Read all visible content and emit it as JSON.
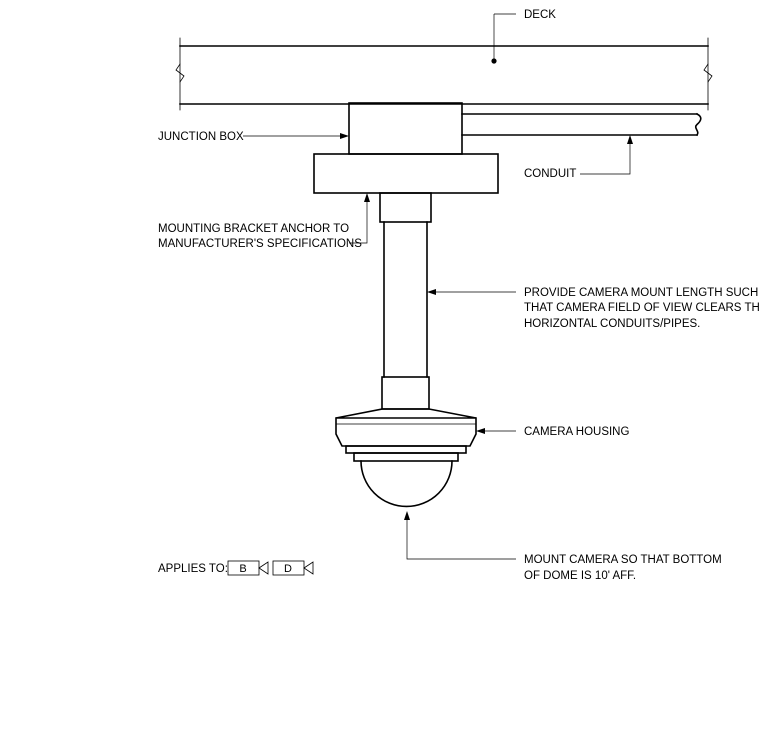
{
  "labels": {
    "deck": "DECK",
    "junction_box": "JUNCTION BOX",
    "conduit": "CONDUIT",
    "mounting_bracket": [
      "MOUNTING BRACKET ANCHOR TO",
      "MANUFACTURER'S SPECIFICATIONS"
    ],
    "mount_length": [
      "PROVIDE CAMERA MOUNT LENGTH SUCH",
      "THAT CAMERA FIELD OF VIEW CLEARS THE",
      "HORIZONTAL CONDUITS/PIPES."
    ],
    "camera_housing": "CAMERA HOUSING",
    "mount_height": [
      "MOUNT CAMERA SO THAT BOTTOM",
      "OF DOME IS 10' AFF."
    ]
  },
  "applies_to": {
    "label": "APPLIES TO:",
    "tags": [
      "B",
      "D"
    ]
  }
}
